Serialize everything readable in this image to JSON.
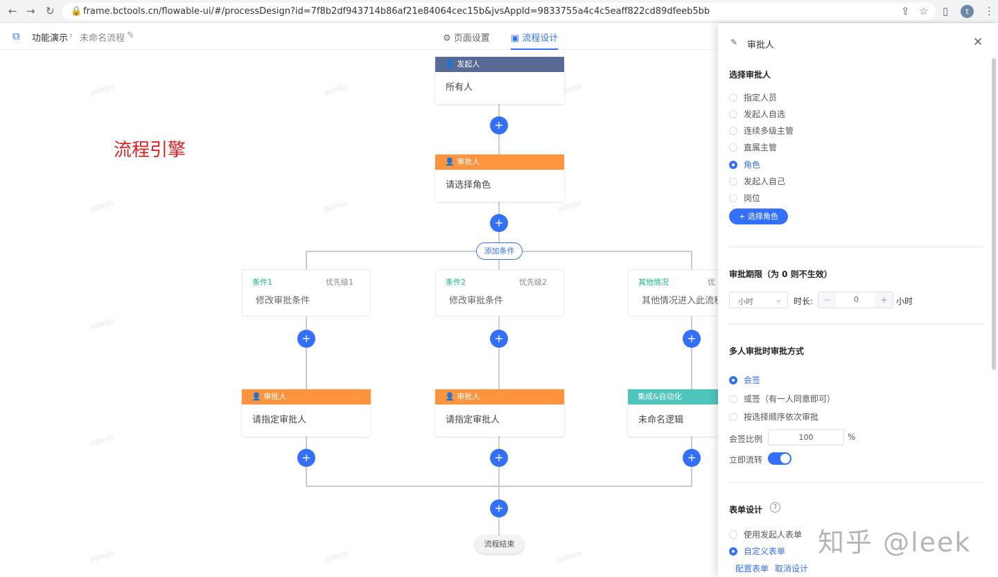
{
  "browser": {
    "url": "frame.bctools.cn/flowable-ui/#/processDesign?id=7f8b2df943714b86af21e84064cec15b&jvsAppId=9833755a4c4c5eaff822cd89dfeeb5bb",
    "avatar": "t"
  },
  "header": {
    "breadcrumb_root": "功能演示",
    "breadcrumb_current": "未命名流程",
    "tabs": [
      {
        "label": "页面设置"
      },
      {
        "label": "流程设计"
      }
    ],
    "active_tab": "流程设计"
  },
  "canvas": {
    "annotation": "流程引擎",
    "watermark": "admin",
    "start": {
      "head": "发起人",
      "body": "所有人"
    },
    "approver": {
      "head": "审批人",
      "body": "请选择角色"
    },
    "add_condition": "添加条件",
    "conditions": [
      {
        "title": "条件1",
        "priority": "优先级1",
        "body": "修改审批条件"
      },
      {
        "title": "条件2",
        "priority": "优先级2",
        "body": "修改审批条件"
      },
      {
        "title": "其他情况",
        "priority": "优",
        "body": "其他情况进入此流程"
      }
    ],
    "branch_nodes": [
      {
        "head": "审批人",
        "body": "请指定审批人",
        "color": "#ff943e"
      },
      {
        "head": "审批人",
        "body": "请指定审批人",
        "color": "#ff943e"
      },
      {
        "head": "集成&自动化",
        "body": "未命名逻辑",
        "color": "#4fc4bb"
      }
    ],
    "end": "流程结束",
    "plus": "+"
  },
  "panel": {
    "title": "审批人",
    "select_title": "选择审批人",
    "approver_options": [
      "指定人员",
      "发起人自选",
      "连续多级主管",
      "直属主管",
      "角色",
      "发起人自己",
      "岗位"
    ],
    "approver_selected": "角色",
    "select_role_button": "+ 选择角色",
    "deadline_title": "审批期限（为 0 则不生效）",
    "unit_select": "小时",
    "duration_label": "时长:",
    "duration_value": "0",
    "minus": "−",
    "plus": "+",
    "duration_unit": "小时",
    "multi_title": "多人审批时审批方式",
    "multi_options": [
      "会签",
      "或签（有一人同意即可）",
      "按选择顺序依次审批"
    ],
    "multi_selected": "会签",
    "ratio_label": "会签比例",
    "ratio_value": "100",
    "ratio_unit": "%",
    "transfer_label": "立即流转",
    "transfer_on": true,
    "form_title": "表单设计",
    "form_options": [
      "使用发起人表单",
      "自定义表单"
    ],
    "form_selected": "自定义表单",
    "config_form": "配置表单",
    "cancel_design": "取消设计"
  },
  "overlay_watermark": "知乎 @leek",
  "colors": {
    "accent": "#3370ff",
    "start": "#576a95",
    "approver": "#ff943e",
    "automation": "#4fc4bb",
    "condition": "#15bc83"
  }
}
